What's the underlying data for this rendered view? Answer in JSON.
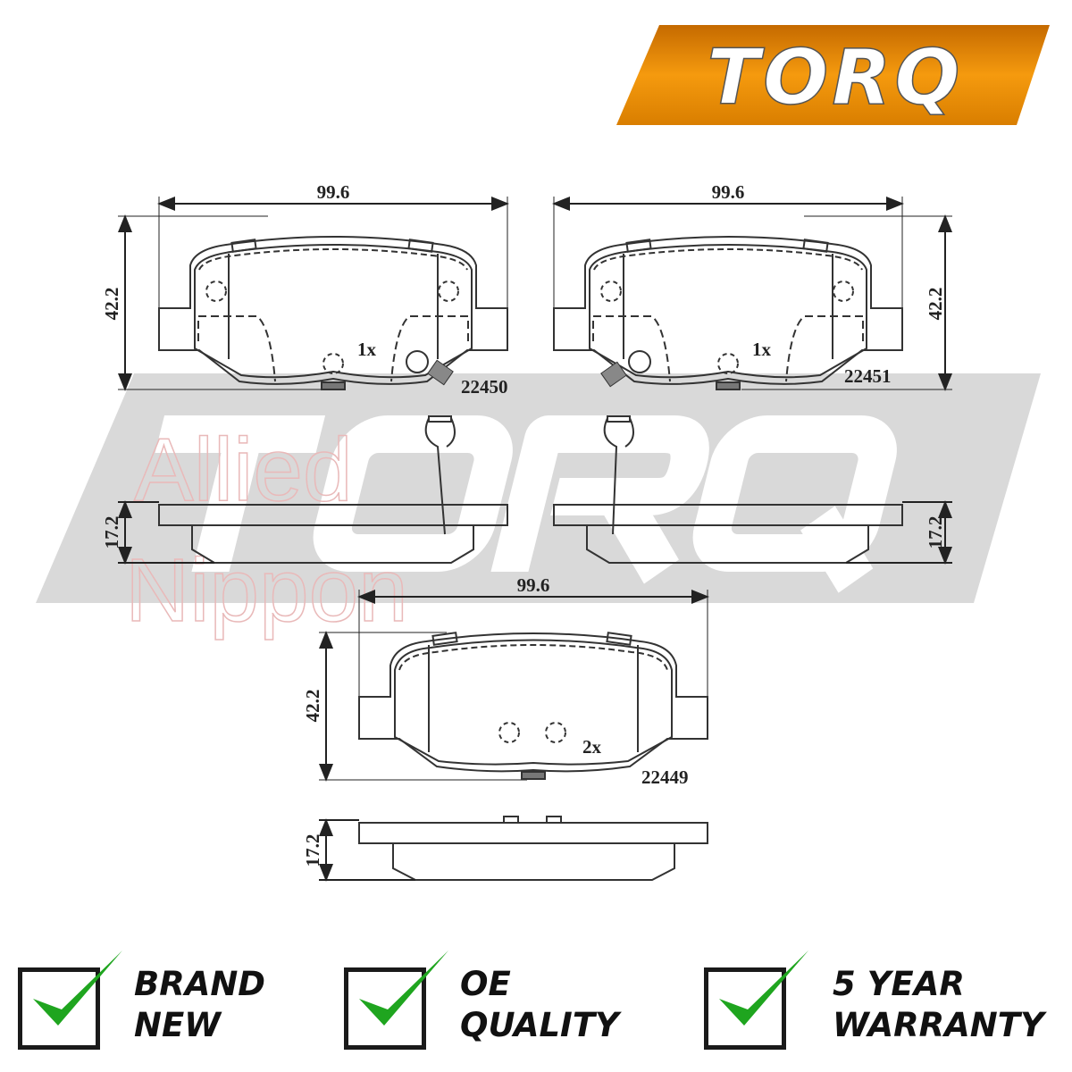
{
  "brand": {
    "logo_text": "TORQ",
    "color": "#f0900a"
  },
  "watermark": {
    "logo_text": "TORQ",
    "company_line1": "Allied",
    "company_line2": "Nippon"
  },
  "pads": [
    {
      "width_label": "99.6",
      "height_label": "42.2",
      "thickness_label": "17.2",
      "quantity": "1x",
      "part_number": "22450"
    },
    {
      "width_label": "99.6",
      "height_label": "42.2",
      "thickness_label": "17.2",
      "quantity": "1x",
      "part_number": "22451"
    },
    {
      "width_label": "99.6",
      "height_label": "42.2",
      "thickness_label": "17.2",
      "quantity": "2x",
      "part_number": "22449"
    }
  ],
  "features": [
    {
      "line1": "BRAND",
      "line2": "NEW"
    },
    {
      "line1": "OE",
      "line2": "QUALITY"
    },
    {
      "line1": "5 YEAR",
      "line2": "WARRANTY"
    }
  ],
  "colors": {
    "check": "#1fa51f",
    "watermark_band": "#d9d9d9"
  }
}
